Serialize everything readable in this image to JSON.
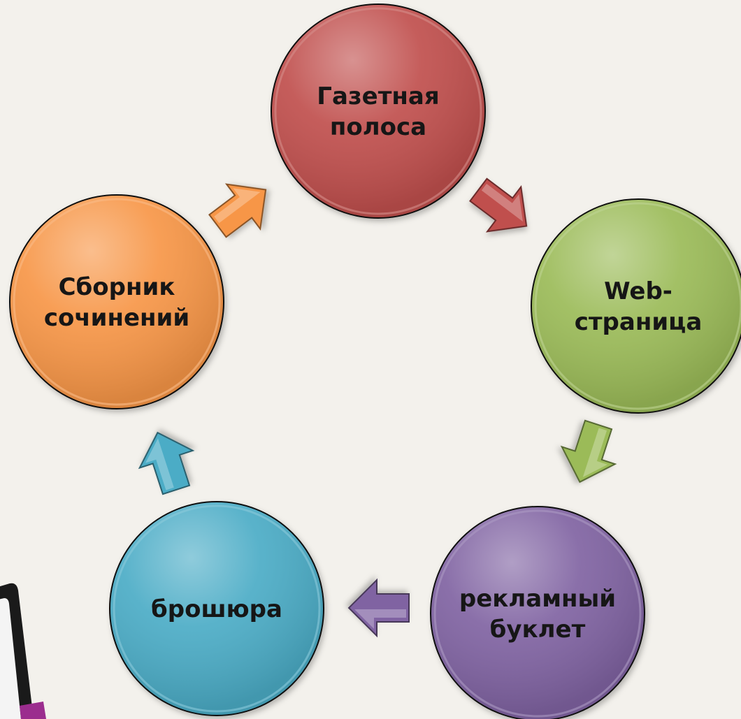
{
  "cycle": {
    "nodes": [
      {
        "lines": [
          "Газетная",
          "полоса"
        ],
        "color": "#c0504d"
      },
      {
        "lines": [
          "Web-",
          "страница"
        ],
        "color": "#9bbb59"
      },
      {
        "lines": [
          "рекламный",
          "буклет"
        ],
        "color": "#8064a2"
      },
      {
        "lines": [
          "брошюра"
        ],
        "color": "#4bacc6"
      },
      {
        "lines": [
          "Сборник",
          "сочинений"
        ],
        "color": "#f79646"
      }
    ],
    "arrows": [
      {
        "from": "Газетная полоса",
        "to": "Web-страница",
        "color": "#c0504d"
      },
      {
        "from": "Web-страница",
        "to": "рекламный буклет",
        "color": "#9bbb59"
      },
      {
        "from": "рекламный буклет",
        "to": "брошюра",
        "color": "#8064a2"
      },
      {
        "from": "брошюра",
        "to": "Сборник сочинений",
        "color": "#4bacc6"
      },
      {
        "from": "Сборник сочинений",
        "to": "Газетная полоса",
        "color": "#f79646"
      }
    ],
    "decoration": {
      "name": "tablet-device-corner",
      "frame_color": "#1a1a1a",
      "accent_color": "#9b2d8e"
    }
  }
}
